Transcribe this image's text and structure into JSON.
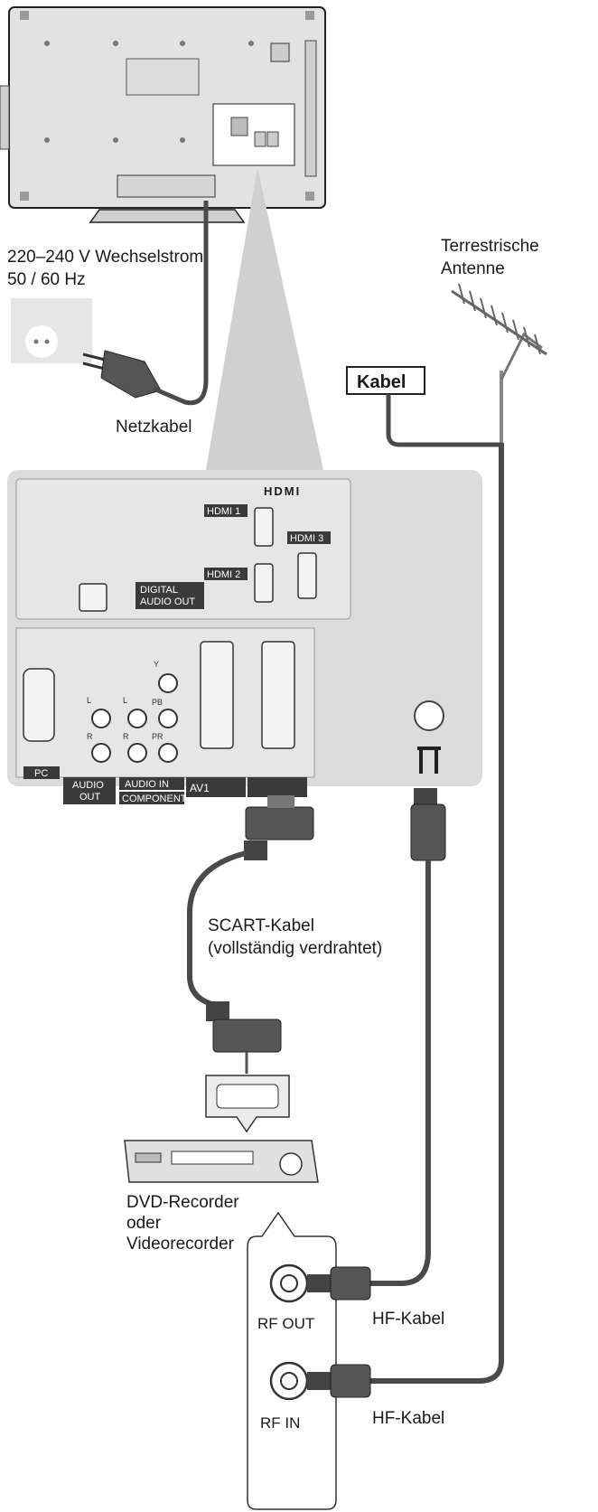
{
  "labels": {
    "power_spec_line1": "220–240 V Wechselstrom,",
    "power_spec_line2": "50 / 60 Hz",
    "power_cable": "Netzkabel",
    "antenna_line1": "Terrestrische",
    "antenna_line2": "Antenne",
    "cable_tag": "Kabel",
    "hdmi_logo": "HDMI",
    "hdmi1": "HDMI 1",
    "hdmi2": "HDMI 2",
    "hdmi3": "HDMI 3",
    "digital_audio_line1": "DIGITAL",
    "digital_audio_line2": "AUDIO OUT",
    "pc": "PC",
    "audio_out_line1": "AUDIO",
    "audio_out_line2": "OUT",
    "audio_in": "AUDIO IN",
    "component": "COMPONENT",
    "av1": "AV1",
    "left_ch": "L",
    "right_ch": "R",
    "comp_y": "Y",
    "comp_pb": "PB",
    "comp_pr": "PR",
    "scart_line1": "SCART-Kabel",
    "scart_line2": "(vollständig verdrahtet)",
    "recorder_line1": "DVD-Recorder",
    "recorder_line2": "oder",
    "recorder_line3": "Videorecorder",
    "rf_out": "RF OUT",
    "rf_in": "RF IN",
    "hf_cable_1": "HF-Kabel",
    "hf_cable_2": "HF-Kabel"
  },
  "colors": {
    "tv_body": "#e2e2e2",
    "panel": "#dcdcdc",
    "cable": "#4a4a4a",
    "label_box": "#3a3a3a"
  },
  "icons": [
    "power-outlet-icon",
    "power-plug-icon",
    "antenna-icon",
    "aerial-connector-icon",
    "scart-plug-icon",
    "rf-plug-icon"
  ]
}
